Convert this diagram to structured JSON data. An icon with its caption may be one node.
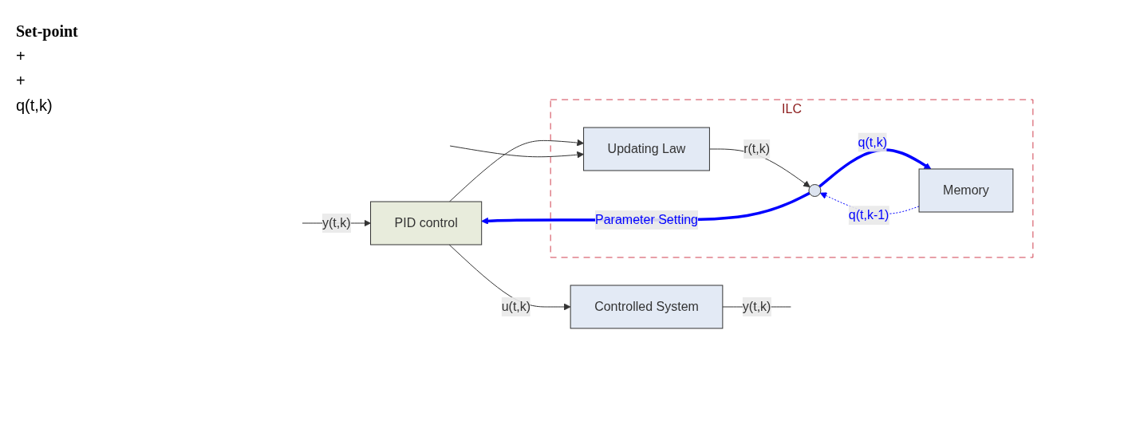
{
  "diagram": {
    "nodes": [
      {
        "text": [
          "PID control"
        ]
      },
      {
        "text": [
          "Controlled System"
        ]
      },
      {
        "text": [
          "ILC"
        ]
      },
      {
        "text": [
          "Memory"
        ],
        "in": 2
      },
      {
        "text": [
          "Updating Law"
        ],
        "in": 2
      },
      {
        "text": [],
        "shape": "circle",
        "in": 2
      }
    ],
    "edges": [
      {
        "from": 0,
        "to": 1,
        "arrow": "to",
        "label": "u(t,k)"
      },
      {
        "from": 0,
        "to": 4,
        "arrow": "to"
      },
      {
        "from": 1,
        "to": null,
        "arrow": "none",
        "label": "y(t,k)"
      },
      {
        "from": null,
        "to": 0,
        "arrow": "to",
        "label": "y(t,k)"
      },
      {
        "from": null,
        "to": 4,
        "arrow": "to"
      },
      {
        "from": 3,
        "to": 5,
        "arrow": "to",
        "label": "q(t,k-1)",
        "style": "dashed",
        "color": "#0000ff"
      },
      {
        "from": 4,
        "to": 5,
        "arrow": "to",
        "label": "r(t,k)"
      },
      {
        "from": 5,
        "to": 0,
        "arrow": "to",
        "label": "Parameter Setting",
        "style": "thick",
        "color": "#0000ff"
      },
      {
        "from": 5,
        "to": 3,
        "arrow": "to",
        "label": "q(t,k)",
        "style": "thick",
        "color": "#0000ff"
      }
    ],
    "labels": [
      "Set-point",
      "+",
      "+",
      "q(t,k)"
    ]
  }
}
